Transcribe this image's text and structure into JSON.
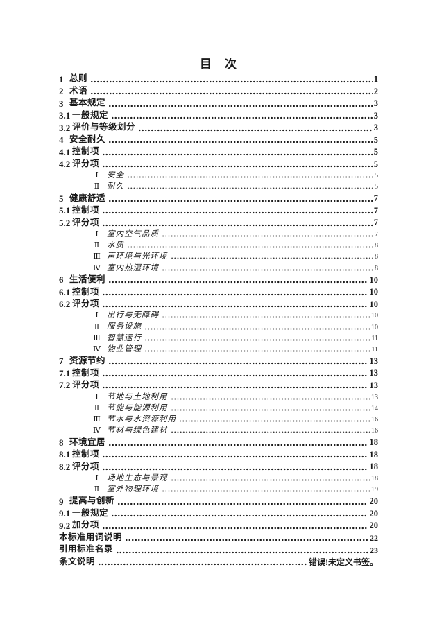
{
  "page": {
    "background": "#ffffff",
    "text_color": "#1a1a1a"
  },
  "document": {
    "title": "目　次"
  },
  "toc": {
    "entries": [
      {
        "level": "chapter",
        "num": "1",
        "title": "总则",
        "page": "1"
      },
      {
        "level": "chapter",
        "num": "2",
        "title": "术语",
        "page": "2"
      },
      {
        "level": "chapter",
        "num": "3",
        "title": "基本规定",
        "page": "3"
      },
      {
        "level": "section",
        "num": "3.1",
        "title": "一般规定",
        "page": "3"
      },
      {
        "level": "section",
        "num": "3.2",
        "title": "评价与等级划分",
        "page": "3"
      },
      {
        "level": "chapter",
        "num": "4",
        "title": "安全耐久",
        "page": "5"
      },
      {
        "level": "section",
        "num": "4.1",
        "title": "控制项",
        "page": "5"
      },
      {
        "level": "section",
        "num": "4.2",
        "title": "评分项",
        "page": "5"
      },
      {
        "level": "sub",
        "num": "Ⅰ",
        "title": "安全",
        "page": "5"
      },
      {
        "level": "sub",
        "num": "Ⅱ",
        "title": "耐久",
        "page": "5"
      },
      {
        "level": "chapter",
        "num": "5",
        "title": "健康舒适",
        "page": "7"
      },
      {
        "level": "section",
        "num": "5.1",
        "title": "控制项",
        "page": "7"
      },
      {
        "level": "section",
        "num": "5.2",
        "title": "评分项",
        "page": "7"
      },
      {
        "level": "sub",
        "num": "Ⅰ",
        "title": "室内空气品质",
        "page": "7"
      },
      {
        "level": "sub",
        "num": "Ⅱ",
        "title": "水质",
        "page": "8"
      },
      {
        "level": "sub",
        "num": "Ⅲ",
        "title": "声环境与光环境",
        "page": "8"
      },
      {
        "level": "sub",
        "num": "Ⅳ",
        "title": "室内热湿环境",
        "page": "8"
      },
      {
        "level": "chapter",
        "num": "6",
        "title": "生活便利",
        "page": "10"
      },
      {
        "level": "section",
        "num": "6.1",
        "title": "控制项",
        "page": "10"
      },
      {
        "level": "section",
        "num": "6.2",
        "title": "评分项",
        "page": "10"
      },
      {
        "level": "sub",
        "num": "Ⅰ",
        "title": "出行与无障碍",
        "page": "10"
      },
      {
        "level": "sub",
        "num": "Ⅱ",
        "title": "服务设施",
        "page": "10"
      },
      {
        "level": "sub",
        "num": "Ⅲ",
        "title": "智慧运行",
        "page": "11"
      },
      {
        "level": "sub",
        "num": "Ⅳ",
        "title": "物业管理",
        "page": "11"
      },
      {
        "level": "chapter",
        "num": "7",
        "title": "资源节约",
        "page": "13"
      },
      {
        "level": "section",
        "num": "7.1",
        "title": "控制项",
        "page": "13"
      },
      {
        "level": "section",
        "num": "7.2",
        "title": "评分项",
        "page": "13"
      },
      {
        "level": "sub",
        "num": "Ⅰ",
        "title": "节地与土地利用",
        "page": "13"
      },
      {
        "level": "sub",
        "num": "Ⅱ",
        "title": "节能与能源利用",
        "page": "14"
      },
      {
        "level": "sub",
        "num": "Ⅲ",
        "title": "节水与水资源利用",
        "page": "16"
      },
      {
        "level": "sub",
        "num": "Ⅳ",
        "title": "节材与绿色建材",
        "page": "16"
      },
      {
        "level": "chapter",
        "num": "8",
        "title": "环境宜居",
        "page": "18"
      },
      {
        "level": "section",
        "num": "8.1",
        "title": "控制项",
        "page": "18"
      },
      {
        "level": "section",
        "num": "8.2",
        "title": "评分项",
        "page": "18"
      },
      {
        "level": "sub",
        "num": "Ⅰ",
        "title": "场地生态与景观",
        "page": "18"
      },
      {
        "level": "sub",
        "num": "Ⅱ",
        "title": "室外物理环境",
        "page": "19"
      },
      {
        "level": "chapter",
        "num": "9",
        "title": "提高与创新",
        "page": "20"
      },
      {
        "level": "section",
        "num": "9.1",
        "title": "一般规定",
        "page": "20"
      },
      {
        "level": "section",
        "num": "9.2",
        "title": "加分项",
        "page": "20"
      },
      {
        "level": "plain",
        "num": "",
        "title": "本标准用词说明",
        "page": "22"
      },
      {
        "level": "plain",
        "num": "",
        "title": "引用标准名录",
        "page": "23"
      },
      {
        "level": "plain",
        "num": "",
        "title": "条文说明",
        "page": "错误!未定义书签。"
      }
    ]
  }
}
